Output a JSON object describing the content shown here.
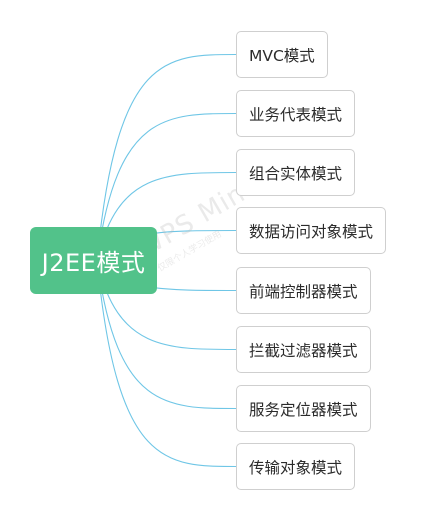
{
  "root": {
    "label": "J2EE模式",
    "color": "#52c28a"
  },
  "children": [
    {
      "label": "MVC模式"
    },
    {
      "label": "业务代表模式"
    },
    {
      "label": "组合实体模式"
    },
    {
      "label": "数据访问对象模式"
    },
    {
      "label": "前端控制器模式"
    },
    {
      "label": "拦截过滤器模式"
    },
    {
      "label": "服务定位器模式"
    },
    {
      "label": "传输对象模式"
    }
  ],
  "connector_color": "#6fc6e6",
  "watermark": {
    "brand": "WPS Mind",
    "sub": "仅限个人学习使用"
  }
}
